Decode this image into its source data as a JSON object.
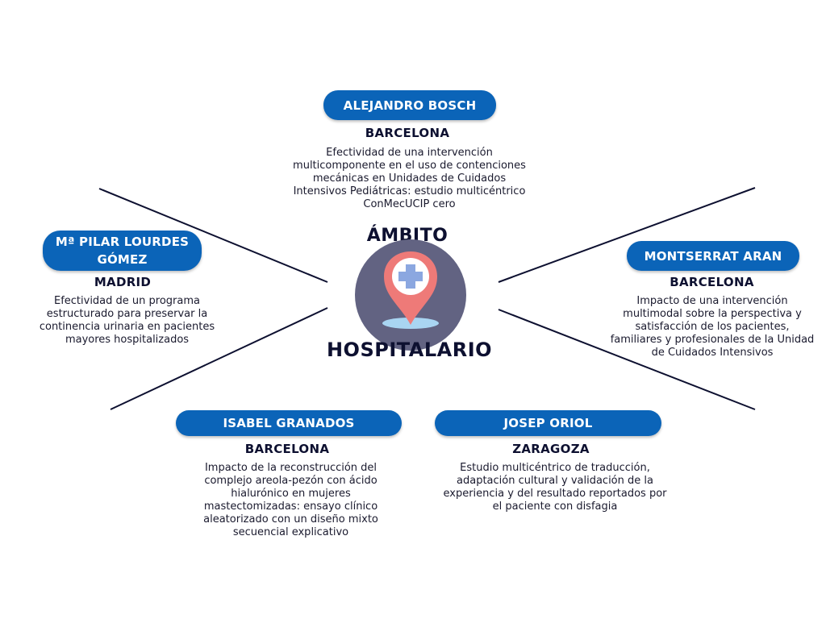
{
  "center": {
    "title_top": "ÁMBITO",
    "title_bottom": "HOSPITALARIO"
  },
  "nodes": [
    {
      "name": "ALEJANDRO BOSCH",
      "city": "BARCELONA",
      "description": "Efectividad de una intervención multicomponente en el uso de contenciones mecánicas en Unidades de Cuidados Intensivos Pediátricas: estudio multicéntrico ConMecUCIP cero"
    },
    {
      "name": "Mª PILAR LOURDES GÓMEZ",
      "city": "MADRID",
      "description": "Efectividad de un programa estructurado para preservar la continencia urinaria en pacientes mayores hospitalizados"
    },
    {
      "name": "MONTSERRAT ARAN",
      "city": "BARCELONA",
      "description": "Impacto de una intervención multimodal sobre la perspectiva y satisfacción de los pacientes, familiares y profesionales de la Unidad de Cuidados Intensivos"
    },
    {
      "name": "ISABEL GRANADOS",
      "city": "BARCELONA",
      "description": "Impacto de la reconstrucción del complejo areola-pezón con ácido hialurónico en mujeres mastectomizadas: ensayo clínico aleatorizado con un diseño mixto secuencial explicativo"
    },
    {
      "name": "JOSEP ORIOL",
      "city": "ZARAGOZA",
      "description": "Estudio multicéntrico de traducción, adaptación cultural y validación de la experiencia y del resultado reportados por el paciente con disfagia"
    }
  ],
  "colors": {
    "pill": "#0b64b8",
    "dark_text": "#0d1030",
    "icon_circle": "#626382",
    "pin": "#ee7a78",
    "cross": "#8ba7e0",
    "shadow": "#a9d5f2"
  },
  "icon": "hospital-location-pin-icon"
}
